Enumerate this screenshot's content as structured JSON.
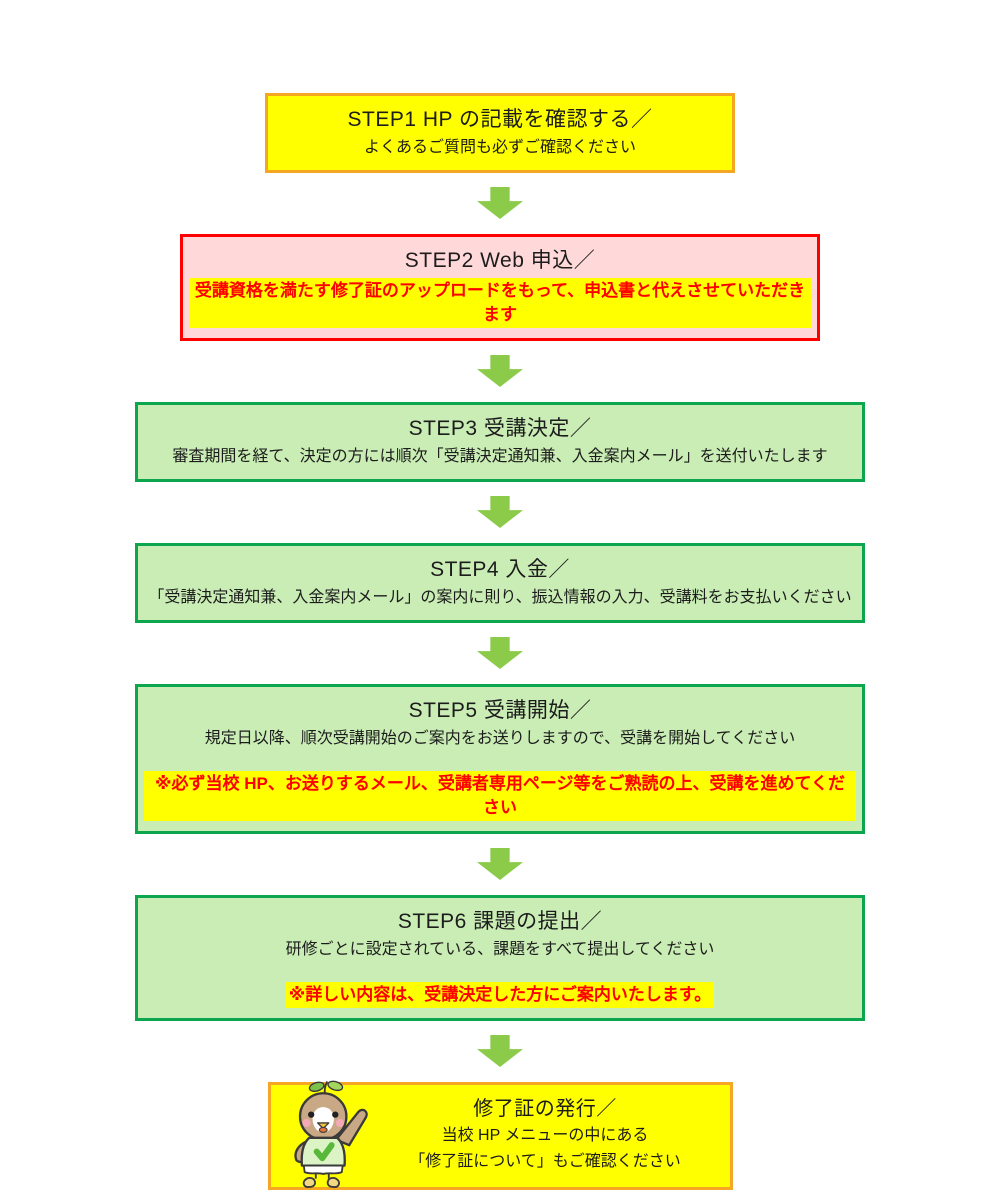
{
  "colors": {
    "page_bg": "#ffffff",
    "yellow_fill": "#FFFF00",
    "orange_border": "#F5A623",
    "pink_fill": "#FFD9D9",
    "red_border": "#FF0000",
    "green_fill": "#C9EDB4",
    "green_border": "#0CA64E",
    "arrow_green": "#8CCB4A",
    "alert_text": "#FF0000",
    "alert_highlight": "#FFFF00",
    "body_text": "#1c1c1c"
  },
  "icons": {
    "down_arrow": "down-arrow-icon",
    "mascot": "bird-mascot-icon"
  },
  "flow": {
    "steps": [
      {
        "id": "step1",
        "variant": "yellow",
        "title": "STEP1  HP の記載を確認する／",
        "lines": [
          {
            "style": "normal",
            "text": "よくあるご質問も必ずご確認ください"
          }
        ]
      },
      {
        "id": "step2",
        "variant": "pink",
        "title": "STEP2  Web 申込／",
        "lines": [
          {
            "style": "alert",
            "text": "受講資格を満たす修了証のアップロードをもって、申込書と代えさせていただきます"
          }
        ]
      },
      {
        "id": "step3",
        "variant": "green",
        "title": "STEP3  受講決定／",
        "lines": [
          {
            "style": "normal",
            "text": "審査期間を経て、決定の方には順次「受講決定通知兼、入金案内メール」を送付いたします"
          }
        ]
      },
      {
        "id": "step4",
        "variant": "green",
        "title": "STEP4  入金／",
        "lines": [
          {
            "style": "normal",
            "text": "「受講決定通知兼、入金案内メール」の案内に則り、振込情報の入力、受講料をお支払いください"
          }
        ]
      },
      {
        "id": "step5",
        "variant": "green",
        "title": "STEP5  受講開始／",
        "lines": [
          {
            "style": "normal",
            "text": "規定日以降、順次受講開始のご案内をお送りしますので、受講を開始してください"
          },
          {
            "style": "alert",
            "text": "※必ず当校 HP、お送りするメール、受講者専用ページ等をご熟読の上、受講を進めてください"
          }
        ]
      },
      {
        "id": "step6",
        "variant": "green",
        "title": "STEP6  課題の提出／",
        "lines": [
          {
            "style": "normal",
            "text": "研修ごとに設定されている、課題をすべて提出してください"
          },
          {
            "style": "alert",
            "text": "※詳しい内容は、受講決定した方にご案内いたします。"
          }
        ]
      }
    ],
    "final": {
      "variant": "yellow",
      "title": "修了証の発行／",
      "lines": [
        "当校 HP メニューの中にある",
        "「修了証について」もご確認ください"
      ]
    }
  }
}
